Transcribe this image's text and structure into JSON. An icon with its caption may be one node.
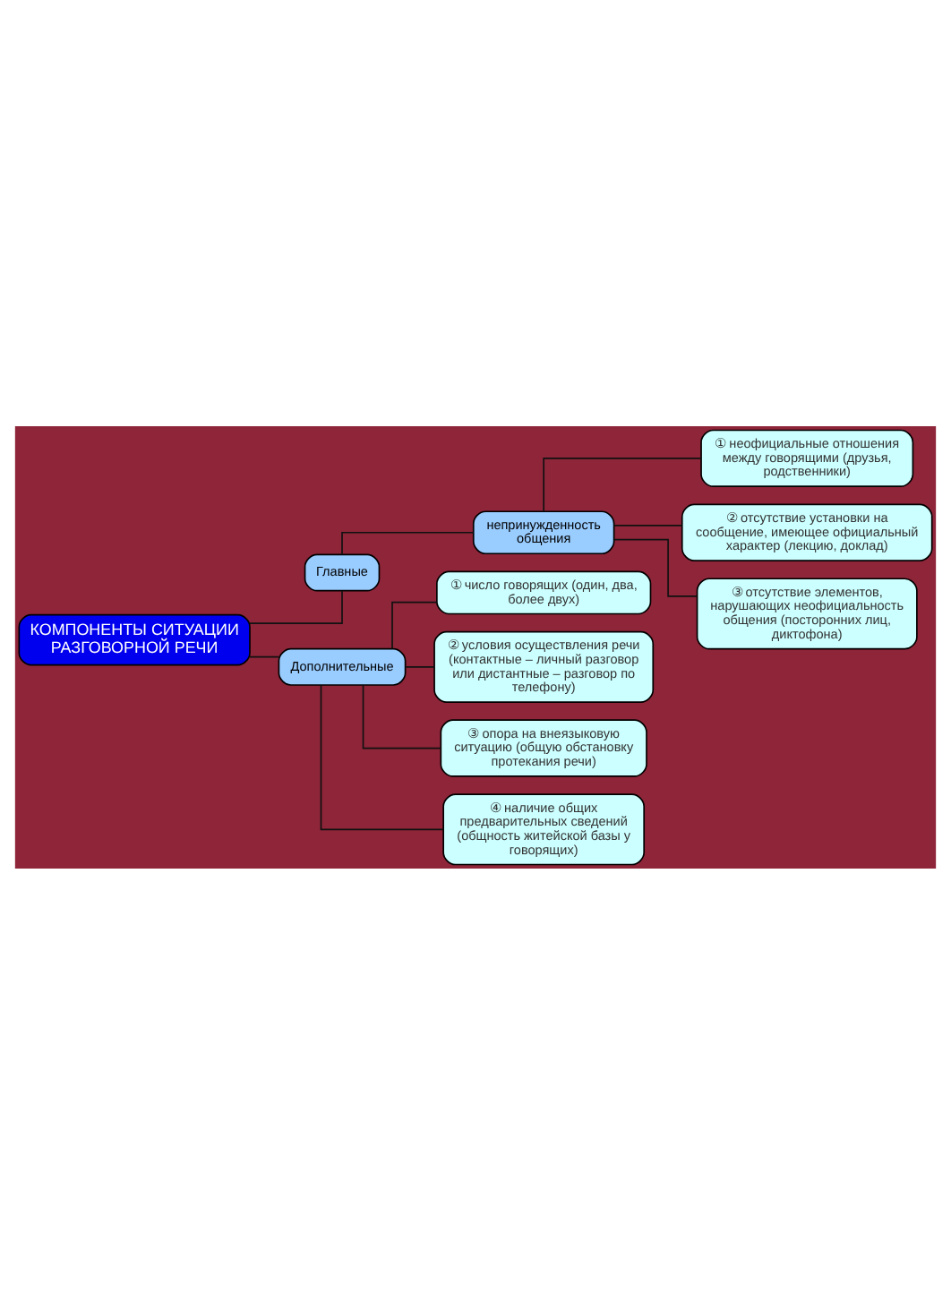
{
  "diagram": {
    "nodes": [
      {
        "text": [
          "КОМПОНЕНТЫ СИТУАЦИИ РАЗГОВОРНОЙ РЕЧИ"
        ]
      },
      {
        "text": [
          "Главные"
        ]
      },
      {
        "text": [
          "Дополнительные"
        ]
      },
      {
        "text": [
          "непринужденность общения"
        ]
      },
      {
        "text": [
          "① число говорящих (один, два, более двух)"
        ]
      },
      {
        "text": [
          "① неофициальные отношения между говорящими (друзья, родственники)"
        ]
      },
      {
        "text": [
          "② условия осуществления речи (контактные – личный разговор или дистантные – разговор по телефону)"
        ]
      },
      {
        "text": [
          "② отсутствие установки на сообщение, имеющее официальный характер (лекцию, доклад)"
        ]
      },
      {
        "text": [
          "③ опора на внеязыковую ситуацию (общую обстановку протекания речи)"
        ]
      },
      {
        "text": [
          "③ отсутствие элементов, нарушающих неофициальность общения (посторонних лиц, диктофона)"
        ]
      },
      {
        "text": [
          "④ наличие общих предварительных сведений (общность житейской базы у говорящих)"
        ]
      }
    ],
    "edges": [
      {
        "from": 0,
        "to": 1,
        "arrow": "none"
      },
      {
        "from": 0,
        "to": 2,
        "arrow": "none"
      },
      {
        "from": 1,
        "to": 3,
        "arrow": "none"
      },
      {
        "from": 2,
        "to": 4,
        "arrow": "none"
      },
      {
        "from": 3,
        "to": 5,
        "arrow": "none"
      },
      {
        "from": 2,
        "to": 6,
        "arrow": "none"
      },
      {
        "from": 3,
        "to": 7,
        "arrow": "none"
      },
      {
        "from": 2,
        "to": 8,
        "arrow": "none"
      },
      {
        "from": 3,
        "to": 9,
        "arrow": "none"
      },
      {
        "from": 2,
        "to": 10,
        "arrow": "none"
      }
    ]
  }
}
